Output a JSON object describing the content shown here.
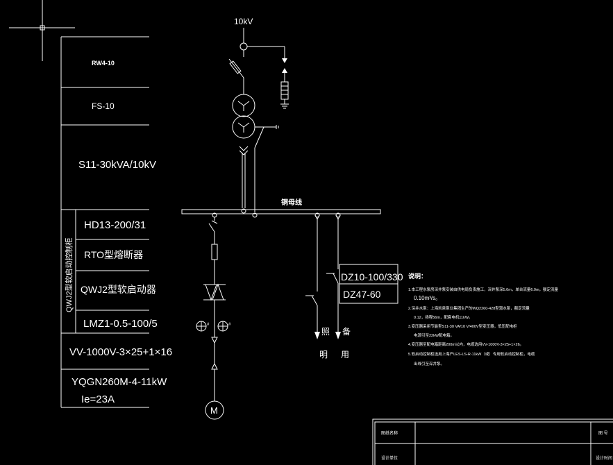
{
  "diagram": {
    "source_label": "10kV",
    "busbar_label": "铜母线",
    "table_rows": [
      {
        "text": "RW4-10"
      },
      {
        "text": "FS-10"
      },
      {
        "text": "S11-30kVA/10kV"
      },
      {
        "text": "HD13-200/31"
      },
      {
        "text": "RTO型熔断器"
      },
      {
        "text": "QWJ2型软启动器"
      },
      {
        "text": "LMZ1-0.5-100/5"
      },
      {
        "text": "VV-1000V-3×25+1×16"
      },
      {
        "text": "YQGN260M-4-11kW"
      },
      {
        "text": "Ie=23A"
      }
    ],
    "cabinet_label": "QWJ2型软启动控制柜",
    "breaker_1": "DZ10-100/330",
    "breaker_2": "DZ47-60",
    "branch_lighting_1": "照",
    "branch_lighting_2": "明",
    "branch_spare_1": "备",
    "branch_spare_2": "用",
    "motor_symbol": "M",
    "notes_title": "说明：",
    "notes": [
      "1.本工程水泵房深井泵安装由供电局负责施工，深井泵深5.0m，单台流量6.0m，额定流量",
      "0.10m³/s。",
      "2.深井水泵：上海凯泉泵业集团生产的WQ2260-428型潜水泵，额定流量",
      "0.12，扬程56m，配套电机11kW。",
      "3.变压器采用节能型S11-30 VA/10 V/400V型变压器，低压配电柜",
      "电源引至22kW配电箱。",
      "4.变压器至配电箱距离200m以内，电缆选用VV-1000V-3×25+1×26。",
      "5.软启动控制柜选用上海产LES-LS-R-11kW（或）专用软启动控制柜，电缆",
      "出线引至深井泵。"
    ],
    "titleblock_1": "图纸名称",
    "titleblock_2": "设计单位",
    "titleblock_3": "图 号",
    "titleblock_4": "设计时间"
  }
}
